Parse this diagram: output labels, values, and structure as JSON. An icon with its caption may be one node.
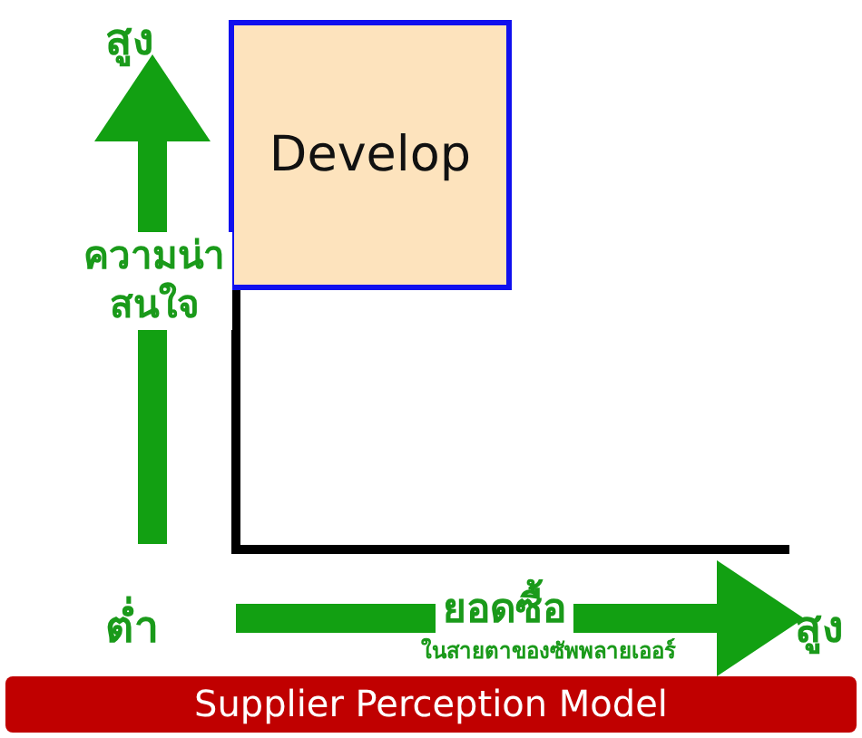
{
  "diagram": {
    "title": "Supplier Perception Model",
    "nodes": [
      {
        "text": [
          "Develop"
        ]
      }
    ],
    "labels": [
      "สูง",
      "ความน่าสนใจ",
      "ต่ำ",
      "ยอดซื้อ",
      "ในสายตาของซัพพลายเออร์",
      "สูง"
    ]
  }
}
